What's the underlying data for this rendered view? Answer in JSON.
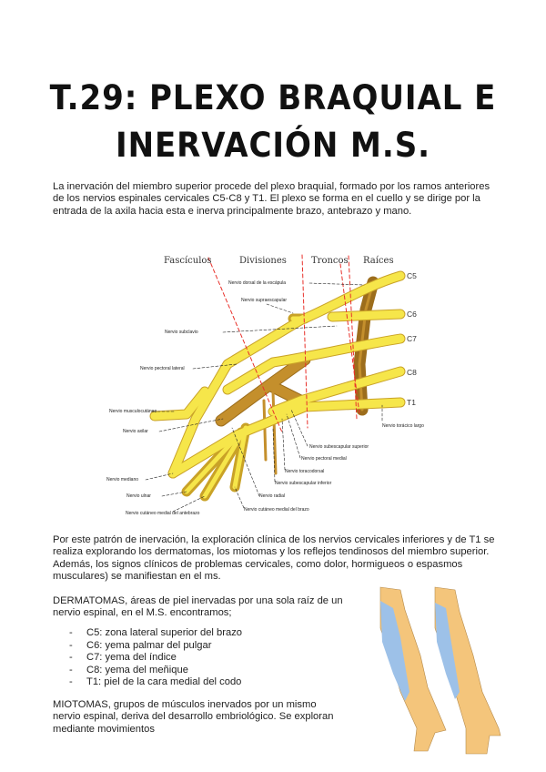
{
  "title": {
    "line1": "T.29: PLEXO BRAQUIAL E",
    "line2": "INERVACIÓN M.S."
  },
  "intro": "La inervación del miembro superior procede del plexo braquial, formado por los ramos anteriores de los nervios espinales cervicales C5-C8 y T1. El plexo se forma en el cuello y se dirige por la entrada de la axila hacia esta e inerva principalmente brazo, antebrazo y mano.",
  "diagram": {
    "headers": {
      "fasciculos": "Fascículos",
      "divisiones": "Divisiones",
      "troncos": "Troncos",
      "raices": "Raíces"
    },
    "roots": [
      "C5",
      "C6",
      "C7",
      "C8",
      "T1"
    ],
    "labels": {
      "dorsal_escapula": "Nervio dorsal de la escápula",
      "supraescapular": "Nervio supraescapular",
      "subclavio": "Nervio subclavio",
      "pectoral_lateral": "Nervio pectoral lateral",
      "musculocutaneo": "Nervio musculocutáneo",
      "axilar": "Nervio axilar",
      "toracico_largo": "Nervio torácico largo",
      "subescapular_superior": "Nervio subescapular superior",
      "pectoral_medial": "Nervio pectoral medial",
      "toracodorsal": "Nervio toracodorsal",
      "subescapular_inferior": "Nervio subescapular inferior",
      "mediano": "Nervio mediano",
      "ulnar": "Nervio ulnar",
      "radial": "Nervio radial",
      "cutaneo_brazo": "Nervio cutáneo medial del brazo",
      "cutaneo_antebrazo": "Nervio cutáneo medial del antebrazo"
    },
    "colors": {
      "nerve": "#f6e64a",
      "posterior": "#c48f2c",
      "divider": "#e8302a"
    }
  },
  "clinical": "Por este patrón de inervación, la exploración clínica de los nervios cervicales inferiores y de T1 se realiza explorando los dermatomas, los miotomas y los reflejos tendinosos del miembro superior. Además, los signos clínicos de problemas cervicales, como dolor, hormigueos o espasmos musculares) se manifiestan en el ms.",
  "dermatomas": {
    "intro": "DERMATOMAS, áreas de piel inervadas por una sola raíz de un nervio espinal, en el M.S. encontramos;",
    "items": [
      "C5: zona lateral superior del brazo",
      "C6: yema palmar del pulgar",
      "C7: yema del índice",
      "C8: yema del meñique",
      "T1: piel de la cara medial del codo"
    ]
  },
  "miotomas": "MIOTOMAS, grupos de músculos inervados por un mismo nervio espinal, deriva del desarrollo embriológico. Se exploran mediante movimientos"
}
